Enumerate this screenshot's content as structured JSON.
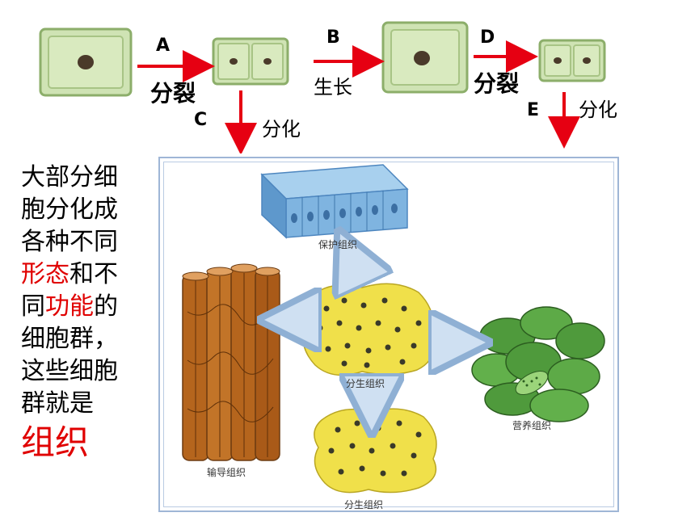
{
  "process": {
    "label_a": "A",
    "label_b": "B",
    "label_c": "C",
    "label_d": "D",
    "label_e": "E",
    "divide_1": "分裂",
    "divide_2": "分裂",
    "grow": "生长",
    "differentiate_1": "分化",
    "differentiate_2": "分化"
  },
  "sidebar": {
    "line1": "大部分细",
    "line2": "胞分化成",
    "line3": "各种不同",
    "line4_red": "形态",
    "line4_rest": "和不",
    "line5_start": "同",
    "line5_red": "功能",
    "line5_rest": "的",
    "line6": "细胞群，",
    "line7": "这些细胞",
    "line8": "群就是",
    "conclusion": "组织"
  },
  "tissues": {
    "protective": "保护组织",
    "conductive": "输导组织",
    "meristem": "分生组织",
    "meristem_bottom": "分生组织",
    "nutritive": "营养组织"
  },
  "colors": {
    "arrow": "#e60012",
    "accent_red": "#e00000",
    "cell_fill": "#cfe3b4",
    "cell_border": "#8cae6a",
    "nucleus": "#4a3a2a",
    "yellow_tissue": "#f0e04a",
    "green_tissue": "#4f9a3c",
    "blue_tissue": "#7fb4e0",
    "brown_tissue": "#b5651d"
  }
}
